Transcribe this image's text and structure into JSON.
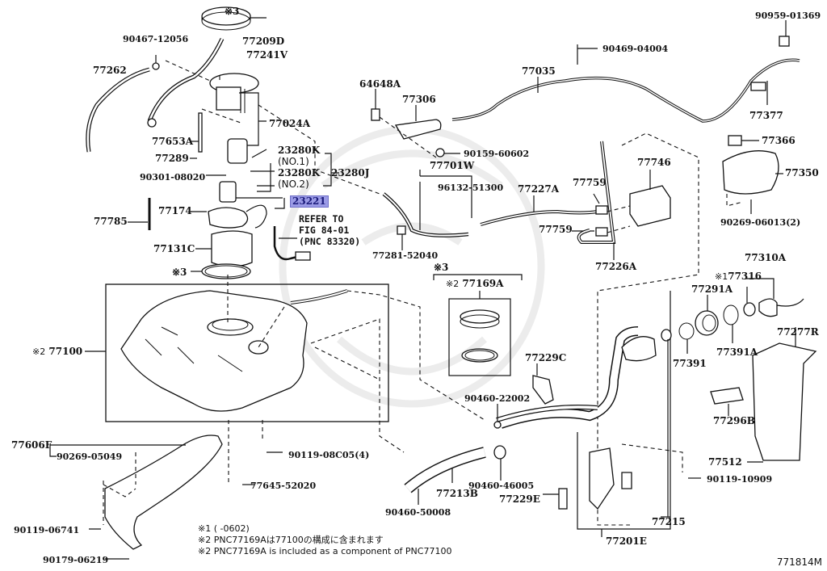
{
  "diagram": {
    "figure_id": "771814M",
    "highlighted_part": "23221",
    "highlight_color": "#9b9be6",
    "parts": {
      "p90467_12056": "90467-12056",
      "p77209D": "77209D",
      "p77241V": "77241V",
      "p77262": "77262",
      "p77024A": "77024A",
      "p77653A": "77653A",
      "p77289": "77289",
      "p23280K_1": "23280K",
      "p23280K_1_sub": "(NO.1)",
      "p23280K_2": "23280K",
      "p23280K_2_sub": "(NO.2)",
      "p23280J": "23280J",
      "p90301_08020": "90301-08020",
      "p23221": "23221",
      "p77785": "77785",
      "p77174": "77174",
      "p77131C": "77131C",
      "p77100": "77100",
      "p77606F": "77606F",
      "p90269_05049": "90269-05049",
      "p90119_06741": "90119-06741",
      "p90179_06219": "90179-06219",
      "p90119_08C05": "90119-08C05(4)",
      "p77645_52020": "77645-52020",
      "p64648A": "64648A",
      "p77306": "77306",
      "p77035": "77035",
      "p90469_04004": "90469-04004",
      "p90959_01369": "90959-01369",
      "p77377": "77377",
      "p90159_60602": "90159-60602",
      "p77701W": "77701W",
      "p96132_51300": "96132-51300",
      "p77227A": "77227A",
      "p77759_a": "77759",
      "p77759_b": "77759",
      "p77746": "77746",
      "p77226A": "77226A",
      "p77281_52040": "77281-52040",
      "p77366": "77366",
      "p77350": "77350",
      "p90269_06013": "90269-06013(2)",
      "p77169A": "77169A",
      "p77229C": "77229C",
      "p90460_22002": "90460-22002",
      "p77310A": "77310A",
      "p77316": "77316",
      "p77291A": "77291A",
      "p77391": "77391",
      "p77391A": "77391A",
      "p77277R": "77277R",
      "p77296B": "77296B",
      "p77512": "77512",
      "p90119_10909": "90119-10909",
      "p77215": "77215",
      "p77201E": "77201E",
      "p77229E": "77229E",
      "p77213B": "77213B",
      "p90460_46005": "90460-46005",
      "p90460_50008": "90460-50008"
    },
    "marks": {
      "m3_top": "※3",
      "m3_gasket": "※3",
      "m3_box": "※3",
      "m2_tank": "※2",
      "m2_ring": "※2",
      "m1_cap": "※1"
    },
    "reference": {
      "line1": "REFER TO",
      "line2": "FIG 84-01",
      "line3": "(PNC 83320)"
    },
    "notes": [
      "※1 (      -0602)",
      "※2 PNC77169Aは77100の構成に含まれます",
      "※2 PNC77169A is included as a component of PNC77100"
    ]
  }
}
